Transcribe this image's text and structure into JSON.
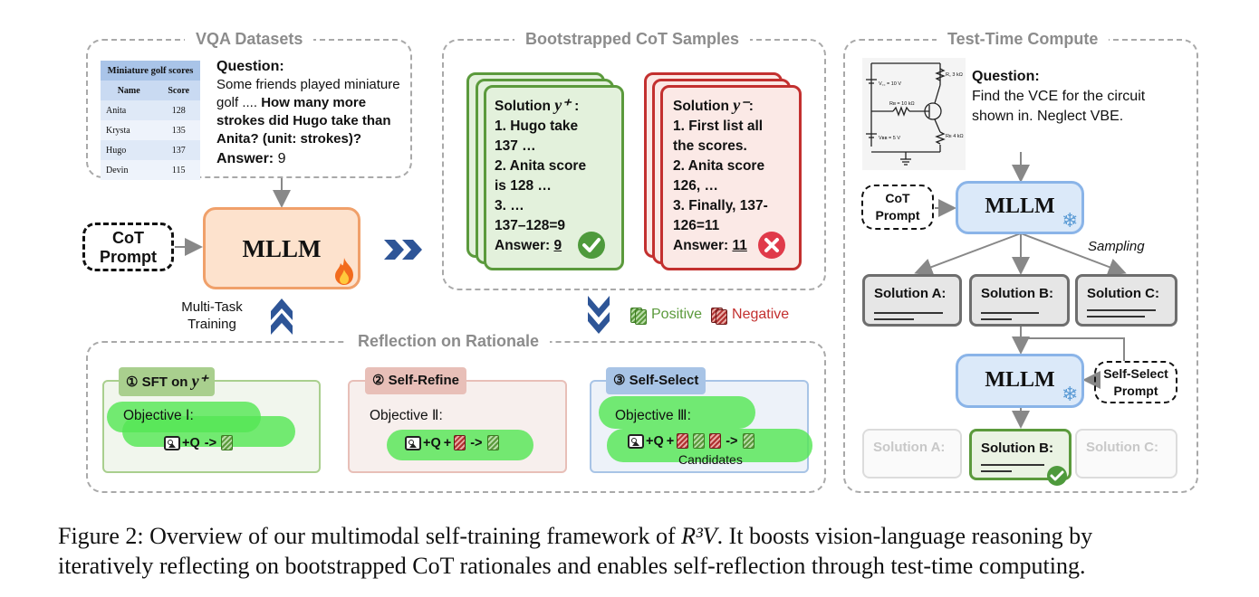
{
  "panels": {
    "vqa_title": "VQA Datasets",
    "boot_title": "Bootstrapped CoT Samples",
    "ttc_title": "Test-Time Compute",
    "refl_title": "Reflection on Rationale"
  },
  "vqa": {
    "table_caption": "Miniature golf scores",
    "col_name": "Name",
    "col_score": "Score",
    "rows": [
      {
        "name": "Anita",
        "score": "128"
      },
      {
        "name": "Krysta",
        "score": "135"
      },
      {
        "name": "Hugo",
        "score": "137"
      },
      {
        "name": "Devin",
        "score": "115"
      }
    ],
    "question_label": "Question:",
    "question_l1": "Some friends played miniature",
    "question_l2_plain": "golf .... ",
    "question_l2_bold": "How many more",
    "question_l3": "strokes did Hugo take than",
    "question_l4": "Anita? (unit: strokes)?",
    "answer_label": "Answer:",
    "answer_value": "9"
  },
  "left": {
    "cot_prompt_l1": "CoT",
    "cot_prompt_l2": "Prompt",
    "mllm": "MLLM",
    "multitask_l1": "Multi-Task",
    "multitask_l2": "Training"
  },
  "positive_card": {
    "title_prefix": "Solution ",
    "title_symbol": "y⁺",
    "title_suffix": " :",
    "lines": [
      "1. Hugo take",
      "137 …",
      "2. Anita score",
      "is 128 …",
      "3. …",
      "137–128=9"
    ],
    "answer_label": "Answer: ",
    "answer_value": "9"
  },
  "negative_card": {
    "title_prefix": "Solution ",
    "title_symbol": "y⁻",
    "title_suffix": ":",
    "lines": [
      "1. First list all",
      "the scores.",
      "2. Anita score",
      "126, …",
      "3. Finally, 137-",
      "126=11"
    ],
    "answer_label": "Answer: ",
    "answer_value": "11"
  },
  "legend": {
    "positive": "Positive",
    "negative": "Negative"
  },
  "reflection": {
    "sft_tab": "① SFT on ",
    "sft_sym": "y⁺",
    "sft_objective": "Objective Ⅰ:",
    "refine_tab": "② Self-Refine",
    "refine_objective": "Objective Ⅱ:",
    "select_tab": "③ Self-Select",
    "select_objective": "Objective Ⅲ:",
    "plus_q": "+Q",
    "arrow": "->",
    "candidates": "Candidates"
  },
  "ttc": {
    "question_label": "Question:",
    "question_l1": "Find the VCE for the circuit",
    "question_l2": "shown in. Neglect VBE.",
    "cot_prompt_l1": "CoT",
    "cot_prompt_l2": "Prompt",
    "mllm_top": "MLLM",
    "sampling": "Sampling",
    "solution_a": "Solution A:",
    "solution_b": "Solution B:",
    "solution_c": "Solution C:",
    "mllm_bottom": "MLLM",
    "self_select_l1": "Self-Select",
    "self_select_l2": "Prompt",
    "circuit": {
      "vcc": "V꜀꜀ = 10 V",
      "rc": "R꜀ 3 kΩ",
      "rb": "Rʙ = 10 kΩ",
      "vbb": "Vʙʙ = 5 V",
      "re": "Rᴇ 4 kΩ"
    }
  },
  "caption": {
    "line1_a": "Figure 2: Overview of our multimodal self-training framework of ",
    "model": "R³V",
    "line1_b": ". It boosts vision-language reasoning by",
    "line2": "iteratively reflecting on bootstrapped CoT rationales and enables self-reflection through test-time computing."
  },
  "colors": {
    "green": "#5b9a3c",
    "red": "#c3302f",
    "orange": "#f0a06a",
    "blue": "#8ab4e8",
    "highlight": "#56e656"
  }
}
